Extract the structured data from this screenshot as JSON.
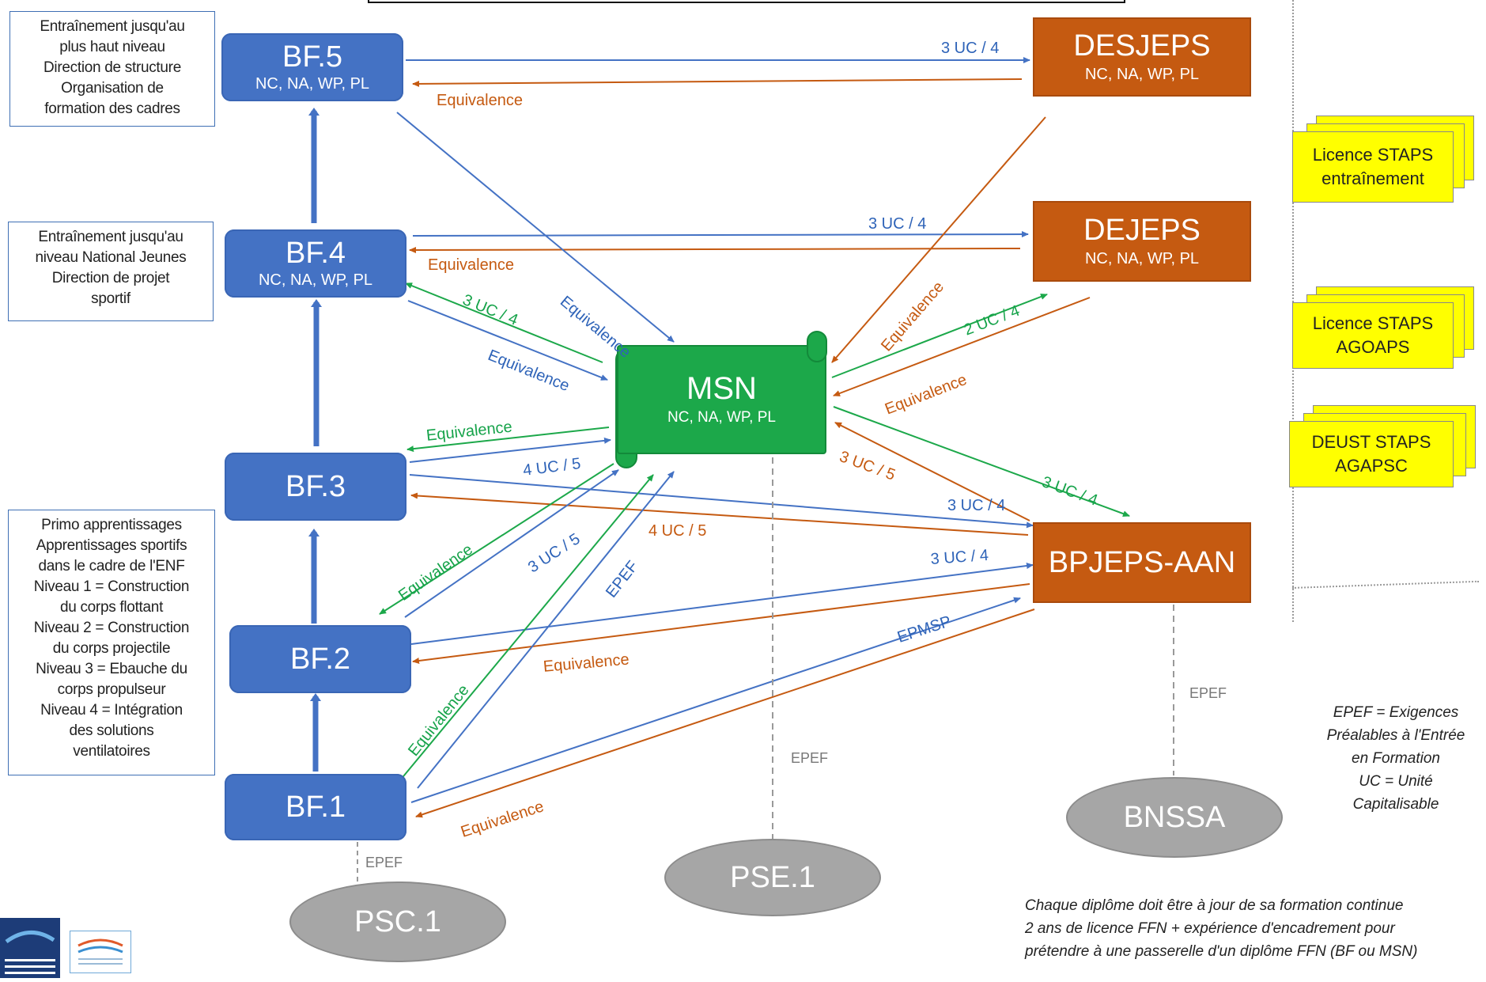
{
  "descriptions": {
    "bf5": [
      "Entraînement jusqu'au",
      "plus haut niveau",
      "Direction de structure",
      "Organisation de",
      "formation des cadres"
    ],
    "bf4": [
      "Entraînement jusqu'au",
      "niveau National Jeunes",
      "Direction de projet",
      "sportif"
    ],
    "bf12": [
      "Primo apprentissages",
      "Apprentissages sportifs",
      "dans le cadre de l'ENF",
      "Niveau 1 = Construction",
      "du corps flottant",
      "Niveau 2 = Construction",
      "du corps projectile",
      "Niveau 3 = Ebauche du",
      "corps propulseur",
      "Niveau 4 = Intégration",
      "des solutions",
      "ventilatoires"
    ]
  },
  "bf": [
    {
      "title": "BF.5",
      "sub": "NC, NA, WP, PL"
    },
    {
      "title": "BF.4",
      "sub": "NC, NA, WP, PL"
    },
    {
      "title": "BF.3",
      "sub": ""
    },
    {
      "title": "BF.2",
      "sub": ""
    },
    {
      "title": "BF.1",
      "sub": ""
    }
  ],
  "msn": {
    "title": "MSN",
    "sub": "NC, NA, WP, PL"
  },
  "orange_boxes": [
    {
      "title": "DESJEPS",
      "sub": "NC, NA, WP, PL"
    },
    {
      "title": "DEJEPS",
      "sub": "NC, NA, WP, PL"
    },
    {
      "title": "BPJEPS-AAN",
      "sub": ""
    }
  ],
  "ellipses": {
    "psc1": "PSC.1",
    "pse1": "PSE.1",
    "bnssa": "BNSSA"
  },
  "staps": [
    [
      "Licence STAPS",
      "entraînement"
    ],
    [
      "Licence STAPS",
      "AGOAPS"
    ],
    [
      "DEUST STAPS",
      "AGAPSC"
    ]
  ],
  "labels": {
    "bf5_desjeps_uc": "3 UC / 4",
    "bf5_desjeps_eq": "Equivalence",
    "bf4_dejeps_uc": "3 UC / 4",
    "bf4_dejeps_eq": "Equivalence",
    "bf5_msn_eq": "Equivalence",
    "desjeps_msn_eq": "Equivalence",
    "msn_bf4_uc": "3 UC / 4",
    "bf4_msn_eq": "Equivalence",
    "msn_dejeps_uc": "2 UC / 4",
    "dejeps_msn_eq": "Equivalence",
    "msn_bf3_eq": "Equivalence",
    "bf3_msn_uc": "4 UC / 5",
    "bpjeps_msn_uc": "3 UC / 5",
    "msn_bpjeps_uc": "3 UC / 4",
    "bf3_bpjeps_uc": "3 UC / 4",
    "bpjeps_bf3_uc": "4 UC / 5",
    "msn_bf2_eq": "Equivalence",
    "bf2_msn_uc": "3 UC / 5",
    "epef_msn": "EPEF",
    "bf2_bpjeps_uc": "3 UC / 4",
    "bpjeps_bf2_eq": "Equivalence",
    "bf1_bpjeps": "EPMSP",
    "msn_bf1_eq": "Equivalence",
    "bpjeps_bf1_eq": "Equivalence",
    "epef_pse": "EPEF",
    "epef_bnssa": "EPEF",
    "epef_psc": "EPEF"
  },
  "legend": [
    "EPEF = Exigences",
    "Préalables à l'Entrée",
    "en Formation",
    "UC = Unité",
    "Capitalisable"
  ],
  "note": [
    "Chaque diplôme doit être à jour de sa formation continue",
    "2 ans de licence FFN + expérience d'encadrement pour",
    "prétendre à une passerelle d'un diplôme FFN (BF ou MSN)"
  ],
  "colors": {
    "blue": "#4472c4",
    "orange": "#c55a11",
    "green": "#1ca84a",
    "gray": "#a6a6a6",
    "yellow": "#ffff00"
  }
}
